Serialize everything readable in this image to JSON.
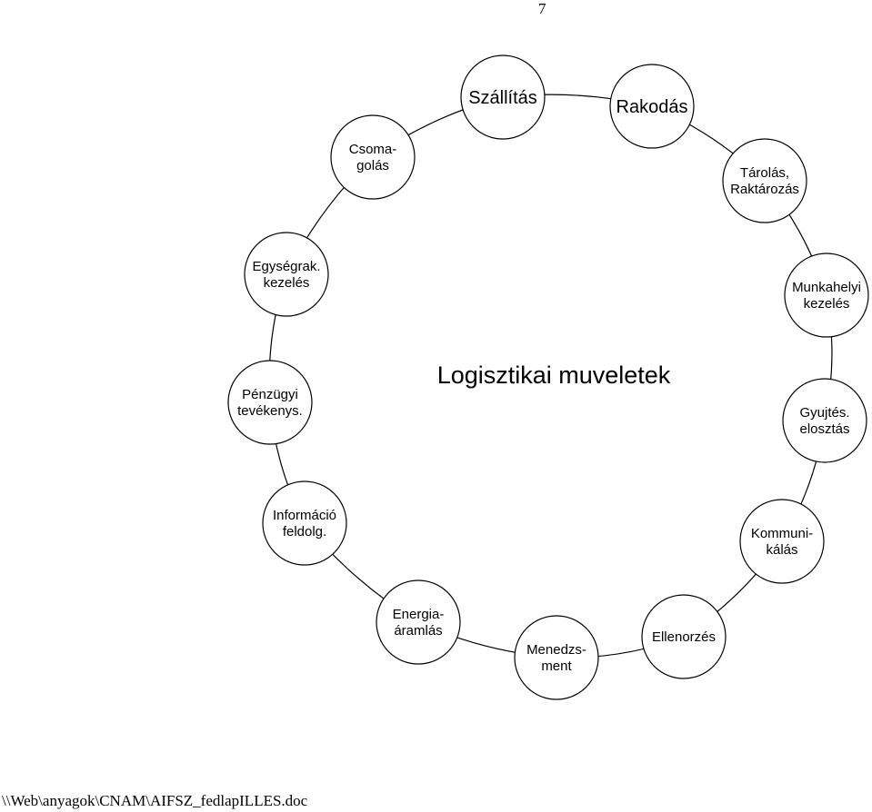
{
  "page_number": "7",
  "footer_path": "\\\\Web\\anyagok\\CNAM\\AIFSZ_fedlapILLES.doc",
  "center_title": "Logisztikai muveletek",
  "nodes": [
    {
      "id": "szallitas",
      "lines": [
        "Szállítás"
      ],
      "large": true
    },
    {
      "id": "rakodas",
      "lines": [
        "Rakodás"
      ],
      "large": true
    },
    {
      "id": "tarolas",
      "lines": [
        "Tárolás,",
        "Raktározás"
      ],
      "large": false
    },
    {
      "id": "munkahelyi",
      "lines": [
        "Munkahelyi",
        "kezelés"
      ],
      "large": false
    },
    {
      "id": "gyujtes",
      "lines": [
        "Gyujtés.",
        "elosztás"
      ],
      "large": false
    },
    {
      "id": "kommunikalas",
      "lines": [
        "Kommuni-",
        "kálás"
      ],
      "large": false
    },
    {
      "id": "ellenorzes",
      "lines": [
        "Ellenorzés"
      ],
      "large": false
    },
    {
      "id": "menedzsment",
      "lines": [
        "Menedzs-",
        "ment"
      ],
      "large": false
    },
    {
      "id": "energia",
      "lines": [
        "Energia-",
        "áramlás"
      ],
      "large": false
    },
    {
      "id": "informacio",
      "lines": [
        "Információ",
        "feldolg."
      ],
      "large": false
    },
    {
      "id": "penzugyi",
      "lines": [
        "Pénzügyi",
        "tevékenys."
      ],
      "large": false
    },
    {
      "id": "egysegrak",
      "lines": [
        "Egységrak.",
        "kezelés"
      ],
      "large": false
    },
    {
      "id": "csomagolas",
      "lines": [
        "Csoma-",
        "golás"
      ],
      "large": false
    }
  ]
}
